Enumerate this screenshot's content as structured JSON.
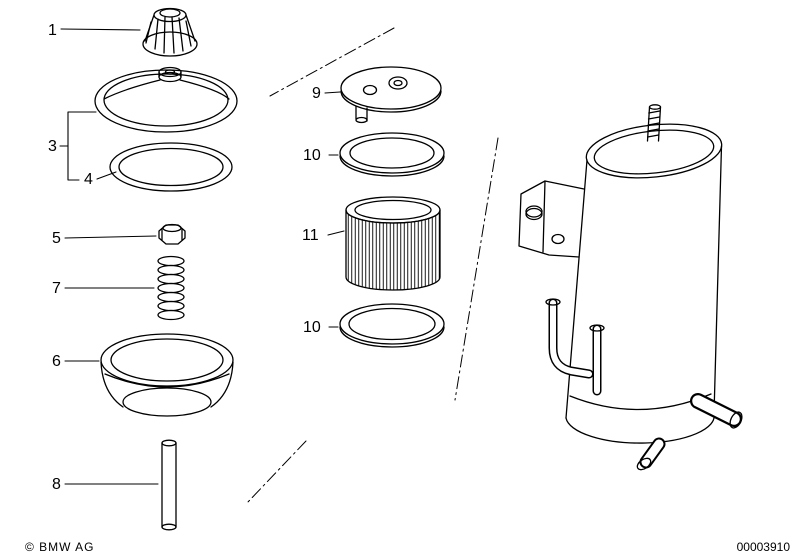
{
  "colors": {
    "background": "#ffffff",
    "line": "#000000"
  },
  "diagram": {
    "type": "exploded-parts-diagram",
    "callouts": {
      "c1": "1",
      "c3": "3",
      "c4": "4",
      "c5": "5",
      "c7": "7",
      "c6": "6",
      "c8": "8",
      "c9": "9",
      "c10a": "10",
      "c11": "11",
      "c10b": "10"
    }
  },
  "footer": {
    "copyright": "© BMW AG",
    "drawing_number": "00003910"
  }
}
